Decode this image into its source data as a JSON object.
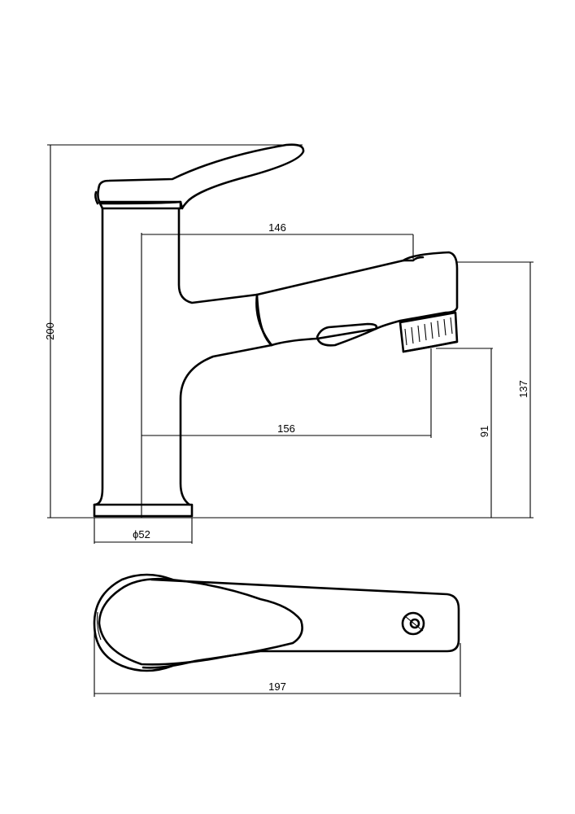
{
  "drawing": {
    "dimensions": {
      "height_total": "200",
      "spout_reach_top": "146",
      "spout_reach_bottom": "156",
      "outlet_height": "137",
      "aerator_height": "91",
      "base_diameter": "ϕ52",
      "top_length": "197"
    }
  }
}
